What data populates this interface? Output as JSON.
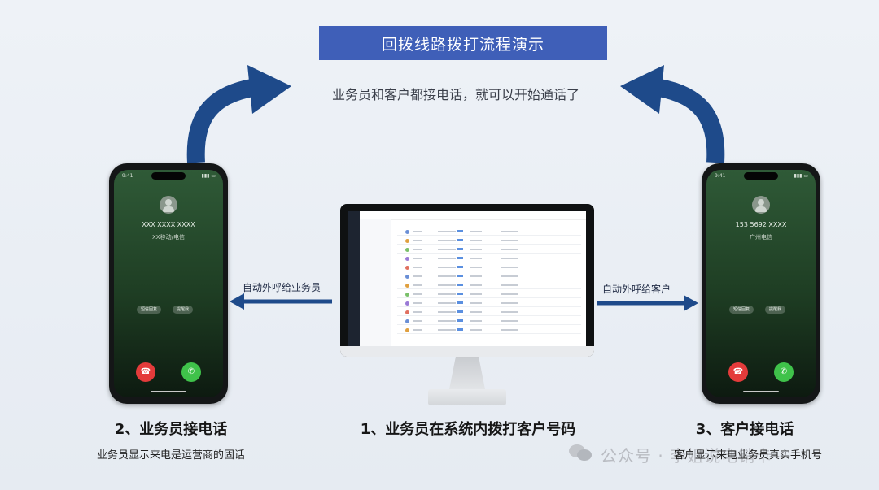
{
  "title": "回拨线路拨打流程演示",
  "subtitle": "业务员和客户都接电话，就可以开始通话了",
  "left_arrow_label": "自动外呼给业务员",
  "right_arrow_label": "自动外呼给客户",
  "steps": [
    {
      "label": "2、业务员接电话",
      "desc": "业务员显示来电是运营商的固话"
    },
    {
      "label": "1、业务员在系统内拨打客户号码"
    },
    {
      "label": "3、客户接电话",
      "desc": "客户显示来电业务员真实手机号"
    }
  ],
  "phone_left": {
    "number": "XXX XXXX XXXX",
    "carrier": "XX移动/电信",
    "btn_a": "短信回复",
    "btn_b": "提醒我"
  },
  "phone_right": {
    "number": "153 5692 XXXX",
    "carrier": "广州电信",
    "btn_a": "短信回复",
    "btn_b": "提醒我"
  },
  "watermark": {
    "text": "公众号 · 李姐说电销卡",
    "icon": "wechat-icon"
  },
  "colors": {
    "title_bg": "#3f5fb8",
    "arrow": "#1e4a8a",
    "decline": "#e43b3b",
    "accept": "#3fc24a"
  }
}
